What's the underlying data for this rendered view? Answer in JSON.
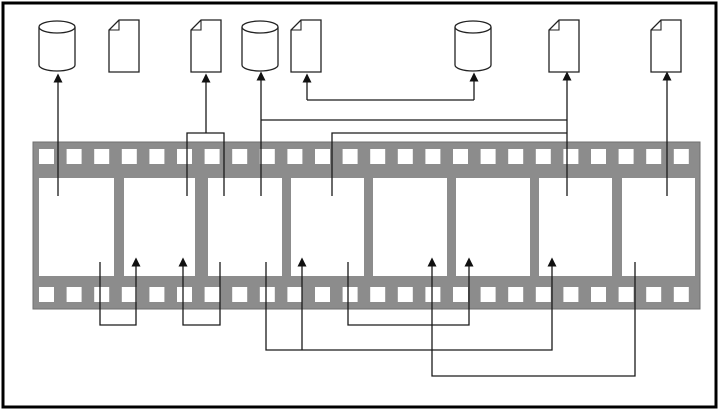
{
  "diagram": {
    "colors": {
      "background": "#ffffff",
      "frame_border": "#000000",
      "film_fill": "#8c8c8c",
      "film_edge": "#6f6f6f",
      "sprocket_fill": "#ffffff",
      "frame_fill": "#ffffff",
      "line": "#1a1a1a",
      "icon_stroke": "#222222",
      "icon_fill": "#ffffff"
    },
    "top_icons": [
      {
        "kind": "database",
        "name": "database-icon-1"
      },
      {
        "kind": "document",
        "name": "document-icon-1"
      },
      {
        "kind": "document",
        "name": "document-icon-2"
      },
      {
        "kind": "database",
        "name": "database-icon-2"
      },
      {
        "kind": "document",
        "name": "document-icon-3"
      },
      {
        "kind": "database",
        "name": "database-icon-3"
      },
      {
        "kind": "document",
        "name": "document-icon-4"
      },
      {
        "kind": "document",
        "name": "document-icon-5"
      }
    ],
    "film_frame_count": 8,
    "sprocket_hole_count": 24
  }
}
